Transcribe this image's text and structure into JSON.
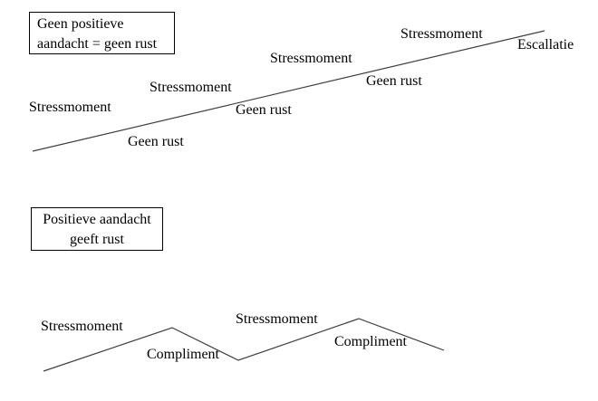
{
  "boxes": {
    "no_positive_attention": {
      "line1": "Geen positieve",
      "line2": "aandacht = geen rust"
    },
    "positive_attention": {
      "line1": "Positieve aandacht",
      "line2": "geeft rust"
    }
  },
  "top_sequence": {
    "description": "ascending escalation line",
    "line_points": "36,167 601,34",
    "labels": [
      "Stressmoment",
      "Geen rust",
      "Stressmoment",
      "Geen rust",
      "Stressmoment",
      "Geen rust",
      "Stressmoment",
      "Escallatie"
    ]
  },
  "bottom_sequence": {
    "description": "zigzag calming line",
    "line_points": "48,410 190,362 263,398 396,352 490,387",
    "labels": [
      "Stressmoment",
      "Compliment",
      "Stressmoment",
      "Compliment"
    ]
  },
  "colors": {
    "background": "#ffffff",
    "line": "#3f3f3f",
    "text": "#000000",
    "box_border": "#000000"
  }
}
